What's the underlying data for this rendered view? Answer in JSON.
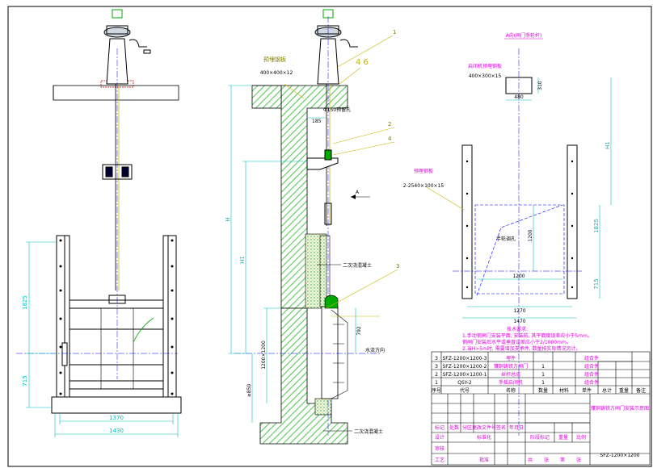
{
  "colors": {
    "frame": "#000000",
    "concrete": "#5ac85a",
    "dimension": "#00c0c0",
    "annotation_text": "#e000e0",
    "leader": "#c8b400",
    "center_line": "#0000ff",
    "steel": "#4040c0"
  },
  "front_view": {
    "dim_1825": "1825",
    "dim_715": "715",
    "dim_1370": "1370",
    "dim_1430": "1430"
  },
  "section_view": {
    "label_plate": "预埋钢板",
    "plate_size": "400×400×12",
    "callout_1": "1",
    "callout_4_6": "4 6",
    "hole": "Φ150预留孔",
    "dim_185": "185",
    "callout_2": "2",
    "callout_4": "4",
    "arrow_a": "A",
    "dim_h": "H",
    "dim_h1": "H1",
    "secondary_concrete_top": "二次浇混凝土",
    "callout_3": "3",
    "dim_792": "792",
    "dim_1200_1200": "1200×1200",
    "water_flow": "水流方向",
    "dim_850": "≥850",
    "secondary_concrete_bottom": "二次浇混凝土"
  },
  "a_view": {
    "title": "A向(闸门手轮杆)",
    "bracket_plate": "启闭机预埋钢板",
    "bracket_size": "400×300×15",
    "dim_310": "310",
    "dim_480": "480",
    "dim_h1": "H1",
    "side_plate": "预埋钢板",
    "side_plate_size": "2-2540×100×15",
    "dim_1825": "1825",
    "dim_1200": "1200",
    "handwheel_label": "手轮调孔",
    "dim_1200_w": "1200",
    "dim_715": "715",
    "dim_1270": "1270",
    "dim_1470": "1470"
  },
  "notes": {
    "title": "技术要求:",
    "line1": "1.手动钢闸门安装平面, 安装前, 其平面度误差应小于5mm。",
    "line2": "  钢闸门安装后水平或垂直误差应小于2/1000mm。",
    "line3": "2.当H>5m时, 需要增加支承件, 数量按实际情况另计。"
  },
  "parts_list": [
    {
      "no": "3",
      "code": "SFZ-1200×1200-3",
      "name": "埋件",
      "qty": "",
      "note": "组合件"
    },
    {
      "no": "3",
      "code": "SFZ-1200×1200-2",
      "name": "镶铜铸铁方闸门",
      "qty": "1",
      "note": "组合件"
    },
    {
      "no": "2",
      "code": "SFZ-1200×1200-1",
      "name": "丝杆总成",
      "qty": "1",
      "note": "组合件"
    },
    {
      "no": "1",
      "code": "QSY-2",
      "name": "手摇启闭机",
      "qty": "1",
      "note": "组合件"
    }
  ],
  "parts_header": {
    "no": "序号",
    "code": "代号",
    "name": "名称",
    "qty": "数量",
    "material": "材料",
    "weight_single": "单件",
    "weight_total": "总计",
    "weight": "重量",
    "note": "备注"
  },
  "title_block": {
    "mark": "标记",
    "count": "处数",
    "zone": "分区",
    "doc_no": "更改文件号",
    "sign": "签名",
    "date": "年月日",
    "design": "设计",
    "standard": "标准化",
    "stage": "阶段标记",
    "weight": "重量",
    "scale": "比例",
    "review": "审核",
    "process": "工艺",
    "approve": "批准",
    "sheets_total": "共",
    "sheets": "张",
    "sheet_no": "第",
    "sheet": "张",
    "drawing_title": "镶铜铸铁方闸门安装示意图",
    "drawing_no": "SFZ-1200×1200"
  }
}
